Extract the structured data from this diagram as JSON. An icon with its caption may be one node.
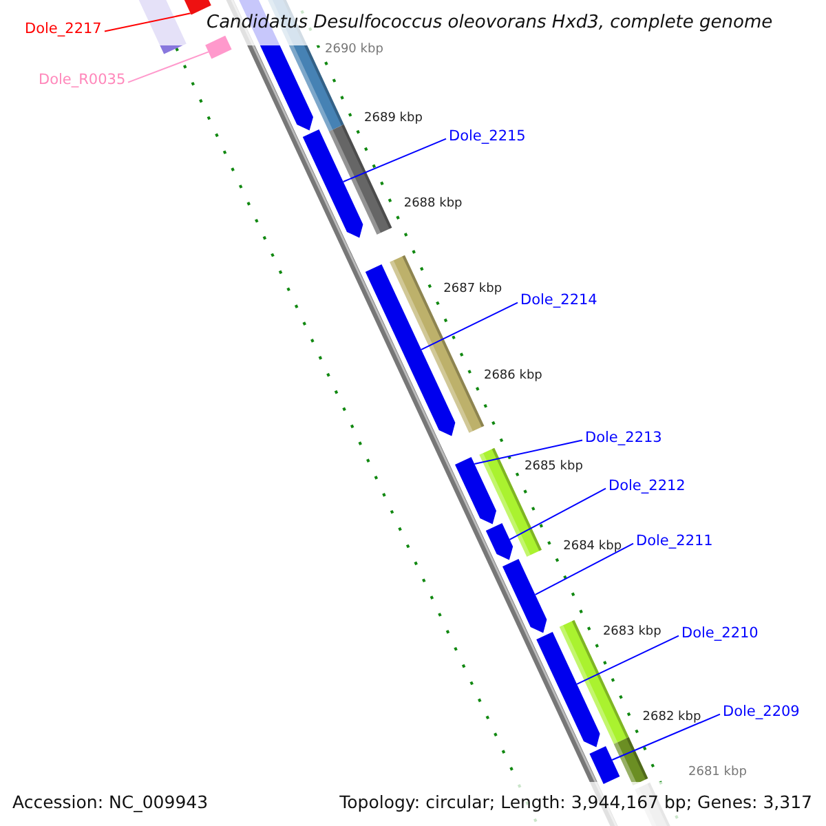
{
  "diagram": {
    "title": "Candidatus Desulfococcus oleovorans Hxd3, complete genome",
    "nodes": [
      {
        "text": [
          "Dole_2217"
        ]
      },
      {
        "text": [
          "Dole_R0035"
        ]
      },
      {
        "text": [
          "Dole_2215"
        ]
      },
      {
        "text": [
          "Dole_2214"
        ]
      },
      {
        "text": [
          "Dole_2213"
        ]
      },
      {
        "text": [
          "Dole_2212"
        ]
      },
      {
        "text": [
          "Dole_2211"
        ]
      },
      {
        "text": [
          "Dole_2210"
        ]
      },
      {
        "text": [
          "Dole_2209"
        ]
      },
      {
        "text": [],
        "shape": "bar"
      },
      {
        "text": [],
        "shape": "bar"
      },
      {
        "text": [],
        "shape": "pentagon"
      },
      {
        "text": [],
        "shape": "pentagon"
      },
      {
        "text": [],
        "shape": "pentagon"
      },
      {
        "text": [],
        "shape": "pentagon"
      },
      {
        "text": [],
        "shape": "pentagon"
      },
      {
        "text": [],
        "shape": "pentagon"
      },
      {
        "text": [],
        "shape": "box"
      }
    ],
    "edges": [
      {
        "from": 0,
        "to": 9,
        "arrow": "none",
        "color": "#ff0000"
      },
      {
        "from": 1,
        "to": 10,
        "arrow": "none",
        "color": "#ff99cc"
      },
      {
        "from": 2,
        "to": 11,
        "arrow": "none"
      },
      {
        "from": 3,
        "to": 12,
        "arrow": "none"
      },
      {
        "from": 4,
        "to": 13,
        "arrow": "none"
      },
      {
        "from": 5,
        "to": 14,
        "arrow": "none"
      },
      {
        "from": 6,
        "to": 15,
        "arrow": "none"
      },
      {
        "from": 7,
        "to": 16,
        "arrow": "none"
      },
      {
        "from": 8,
        "to": 17,
        "arrow": "none"
      }
    ],
    "labels": [
      "2690 kbp",
      "2689 kbp",
      "2688 kbp",
      "2687 kbp",
      "2686 kbp",
      "2685 kbp",
      "2684 kbp",
      "2683 kbp",
      "2682 kbp",
      "2681 kbp",
      "Accession: NC_009943",
      "Topology: circular; Length: 3,944,167 bp; Genes: 3,317"
    ]
  }
}
